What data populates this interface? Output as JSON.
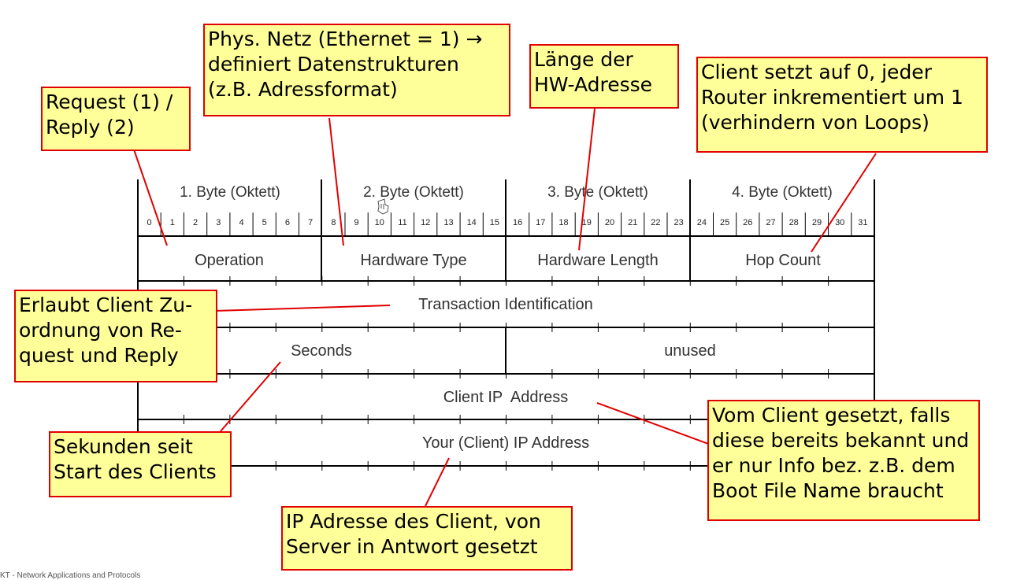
{
  "bytes": [
    "1. Byte (Oktett)",
    "2. Byte (Oktett)",
    "3. Byte (Oktett)",
    "4. Byte (Oktett)"
  ],
  "bits": [
    "0",
    "1",
    "2",
    "3",
    "4",
    "5",
    "6",
    "7",
    "8",
    "9",
    "10",
    "11",
    "12",
    "13",
    "14",
    "15",
    "16",
    "17",
    "18",
    "19",
    "20",
    "21",
    "22",
    "23",
    "24",
    "25",
    "26",
    "27",
    "28",
    "29",
    "30",
    "31"
  ],
  "fields": {
    "operation": "Operation",
    "hardware_type": "Hardware Type",
    "hardware_length": "Hardware Length",
    "hop_count": "Hop Count",
    "transaction_id": "Transaction Identification",
    "seconds": "Seconds",
    "unused": "unused",
    "client_ip": "Client IP  Address",
    "your_ip": "Your (Client) IP Address"
  },
  "callouts": {
    "request_reply": "Request (1) /\nReply (2)",
    "phys_netz": "Phys. Netz (Ethernet = 1) →\ndefiniert Datenstrukturen\n(z.B. Adressformat)",
    "hw_length": "Länge der\nHW-Adresse",
    "hop_count": "Client setzt auf 0, jeder\nRouter inkrementiert um 1\n(verhindern von Loops)",
    "transaction": "Erlaubt Client Zu-\nordnung von Re-\nquest und Reply",
    "seconds": "Sekunden seit\nStart des Clients",
    "client_ip": "Vom Client gesetzt, falls\ndiese bereits bekannt und\ner nur Info bez. z.B. dem\nBoot File Name braucht",
    "your_ip": "IP Adresse des Client, von\nServer in Antwort gesetzt"
  },
  "footer": "KT - Network Applications and Protocols",
  "colors": {
    "callout_bg": "#ffff99",
    "callout_border": "#e00000",
    "arrow": "#e00000",
    "grid": "#000000"
  }
}
